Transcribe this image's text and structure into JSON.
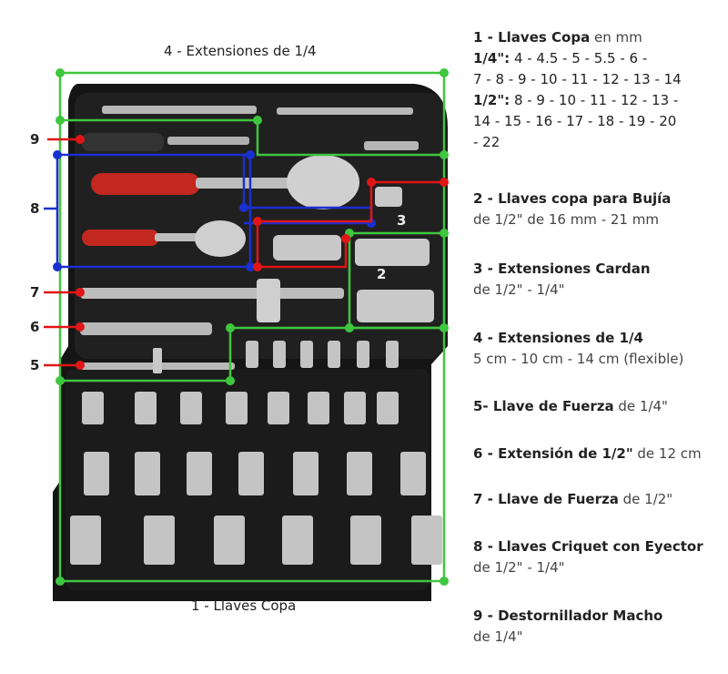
{
  "diagram_labels": {
    "top": "4 - Extensiones de 1/4",
    "bottom": "1 - Llaves Copa",
    "left_numbers": [
      "9",
      "8",
      "7",
      "6",
      "5"
    ],
    "inner_numbers": [
      "3",
      "2"
    ]
  },
  "legend": [
    {
      "head": "1 - Llaves Copa",
      "suffix": " en mm",
      "lines": [
        {
          "bold": "1/4\":",
          "text": " 4 - 4.5 - 5 - 5.5 - 6 -"
        },
        {
          "bold": "",
          "text": "7 - 8 - 9 - 10 - 11 - 12 - 13 - 14"
        },
        {
          "bold": "1/2\":",
          "text": " 8 - 9 - 10 - 11 - 12 - 13 -"
        },
        {
          "bold": "",
          "text": "14 - 15 - 16 - 17 - 18 - 19 - 20"
        },
        {
          "bold": "",
          "text": "- 22"
        }
      ]
    },
    {
      "head": "2 - Llaves copa para Bujía",
      "suffix": "",
      "sub": "de 1/2\" de 16 mm - 21 mm"
    },
    {
      "head": "3 - Extensiones Cardan",
      "suffix": "",
      "sub": "de 1/2\" - 1/4\""
    },
    {
      "head": "4 - Extensiones de 1/4",
      "suffix": "",
      "sub": "5 cm - 10 cm - 14 cm (flexible)"
    },
    {
      "head": "5- Llave de Fuerza",
      "suffix": " de 1/4\""
    },
    {
      "head": "6 - Extensión de 1/2\"",
      "suffix": " de 12 cm"
    },
    {
      "head": "7 - Llave de Fuerza",
      "suffix": " de 1/2\""
    },
    {
      "head": "8 - Llaves Criquet con Eyector",
      "suffix": "",
      "sub": "de 1/2\" - 1/4\""
    },
    {
      "head": "9 - Destornillador Macho",
      "suffix": "",
      "sub": "de 1/4\""
    }
  ],
  "colors": {
    "green": "#3ec63e",
    "blue": "#1a2fd0",
    "red": "#e01515",
    "case": "#161616"
  }
}
